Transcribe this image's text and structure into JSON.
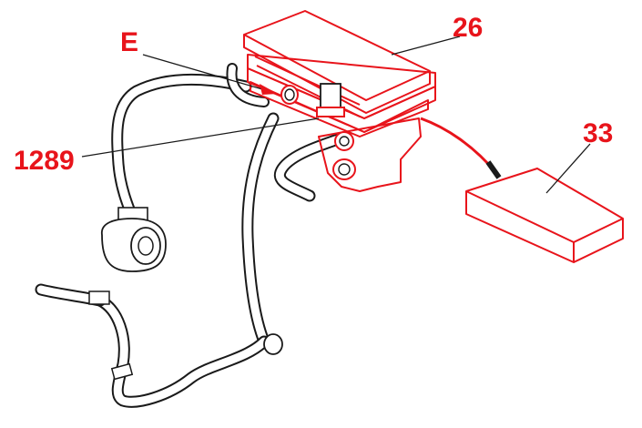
{
  "colors": {
    "highlight": "#e8141b",
    "linework": "#1a1a1a",
    "background": "#ffffff"
  },
  "callouts": {
    "filter_box": "26",
    "ecu_module": "33",
    "connector_e": "E",
    "sensor": "1289"
  }
}
